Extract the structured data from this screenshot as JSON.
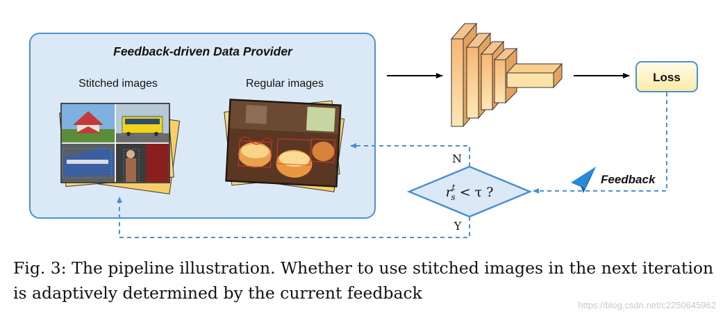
{
  "diagram": {
    "provider_title": "Feedback-driven Data Provider",
    "stitched_label": "Stitched images",
    "regular_label": "Regular images",
    "loss_label": "Loss",
    "feedback_label": "Feedback",
    "decision": {
      "r": "r",
      "sup": "t",
      "sub": "s",
      "rest": " < τ ?"
    },
    "no_label": "N",
    "yes_label": "Y",
    "colors": {
      "panel_fill": "#dbe9f7",
      "panel_stroke": "#4a90cf",
      "dash": "#4a90cf",
      "loss_fill": "#fff2c2",
      "cnn_front": "#f8c98a",
      "cnn_side": "#e3a25f",
      "photo_back": "#f7cf6a"
    }
  },
  "caption": {
    "prefix": "Fig. 3:",
    "text": "The pipeline illustration. Whether to use stitched images in the next iteration is adaptively determined by the current feedback"
  },
  "watermark": "https://blog.csdn.net/c2250645962"
}
